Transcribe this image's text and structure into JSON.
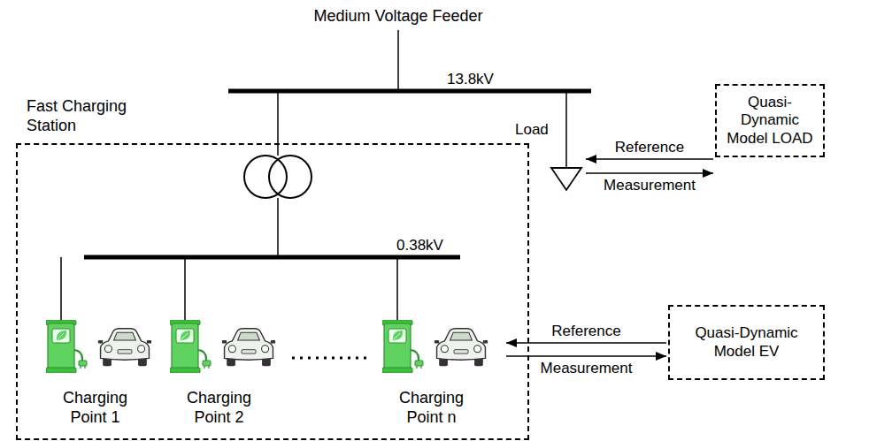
{
  "diagram": {
    "nodes": [
      {
        "text": [
          "Fast Charging Station"
        ]
      },
      {
        "text": [
          "Charging Point 1"
        ],
        "in": 0
      },
      {
        "text": [
          "Charging Point 2"
        ],
        "in": 0
      },
      {
        "text": [
          "Charging Point n"
        ],
        "in": 0
      },
      {
        "text": [
          "Load"
        ]
      },
      {
        "text": [
          "Quasi-Dynamic Model LOAD"
        ]
      },
      {
        "text": [
          "Quasi-Dynamic Model EV"
        ]
      }
    ],
    "edges": [
      {
        "from": 5,
        "to": 4,
        "arrow": "to",
        "label": "Reference"
      },
      {
        "from": 4,
        "to": 5,
        "arrow": "to",
        "label": "Measurement"
      },
      {
        "from": 6,
        "to": 3,
        "arrow": "to",
        "label": "Reference"
      },
      {
        "from": 3,
        "to": 6,
        "arrow": "to",
        "label": "Measurement"
      }
    ],
    "labels": [
      "Medium Voltage Feeder",
      "13.8kV",
      "0.38kV"
    ]
  }
}
